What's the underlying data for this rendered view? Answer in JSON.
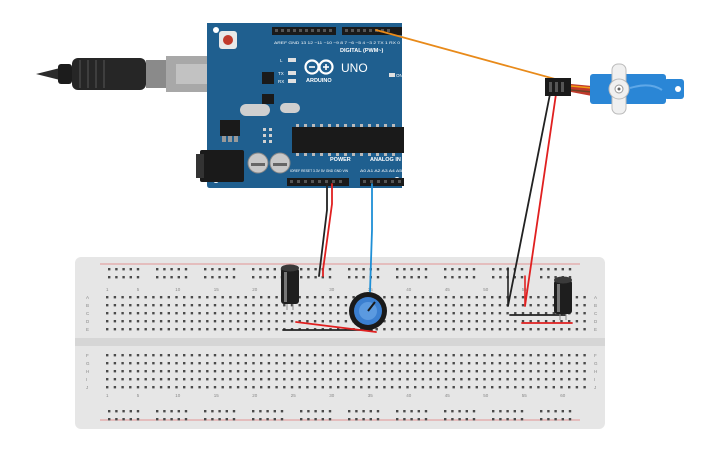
{
  "arduino": {
    "brand": "ARDUINO",
    "model": "UNO",
    "digital_label": "DIGITAL (PWM~)",
    "power_label": "POWER",
    "analog_label": "ANALOG IN",
    "on_label": "ON",
    "led_l": "L",
    "led_tx": "TX",
    "led_rx": "RX",
    "header_top": "AREF GND 13 12 ~11 ~10 ~9 8 7 ~6 ~5 4 ~3 2 TX 1 RX 0",
    "power_pins": [
      "IOREF",
      "RESET",
      "3.3V",
      "5V",
      "GND",
      "GND",
      "VIN"
    ],
    "analog_pins": [
      "A0",
      "A1",
      "A2",
      "A3",
      "A4",
      "A5"
    ]
  },
  "breadboard": {
    "column_numbers": [
      "1",
      "5",
      "10",
      "15",
      "20",
      "25",
      "30",
      "35",
      "40",
      "45",
      "50",
      "55",
      "60"
    ],
    "rows_top": [
      "A",
      "B",
      "C",
      "D",
      "E"
    ],
    "rows_bottom": [
      "F",
      "G",
      "H",
      "I",
      "J"
    ]
  },
  "colors": {
    "board": "#1f5f8f",
    "board_dark": "#154a70",
    "wire_red": "#e02020",
    "wire_black": "#222222",
    "wire_orange": "#e88a1a",
    "wire_blue": "#1e8fd6",
    "servo": "#2a86d6",
    "breadboard": "#e6e6e6"
  }
}
